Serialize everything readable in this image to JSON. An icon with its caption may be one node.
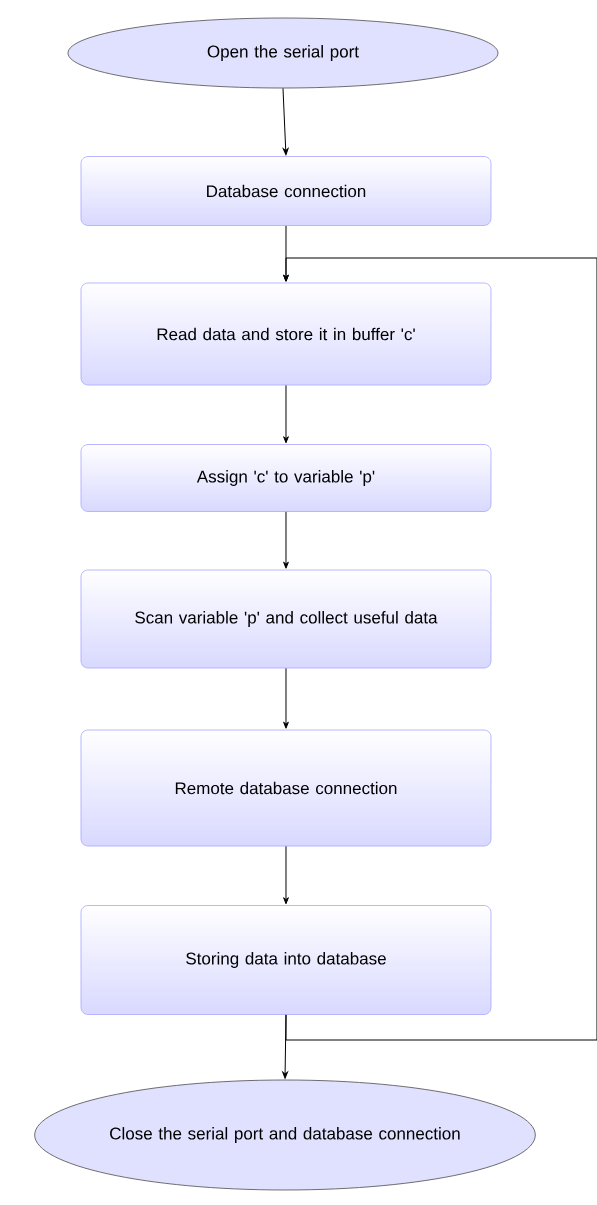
{
  "diagram": {
    "nodes": [
      {
        "text": [
          "Open the serial port"
        ]
      },
      {
        "text": [
          "Database connection"
        ]
      },
      {
        "text": [
          "Read data and store it in buffer 'c'"
        ]
      },
      {
        "text": [
          "Assign 'c' to variable 'p'"
        ]
      },
      {
        "text": [
          "Scan variable 'p' and collect useful data"
        ]
      },
      {
        "text": [
          "Remote database connection"
        ]
      },
      {
        "text": [
          "Storing data into database"
        ]
      },
      {
        "text": [
          "Close the serial port and database connection"
        ]
      }
    ],
    "edges": [
      {
        "from": 0,
        "to": 1,
        "arrow": "to"
      },
      {
        "from": 1,
        "to": 2,
        "arrow": "to"
      },
      {
        "from": 2,
        "to": 3,
        "arrow": "to"
      },
      {
        "from": 3,
        "to": 4,
        "arrow": "to"
      },
      {
        "from": 4,
        "to": 5,
        "arrow": "to"
      },
      {
        "from": 5,
        "to": 6,
        "arrow": "to"
      },
      {
        "from": 6,
        "to": 7,
        "arrow": "to"
      },
      {
        "from": 6,
        "to": 2,
        "arrow": "to"
      }
    ]
  }
}
